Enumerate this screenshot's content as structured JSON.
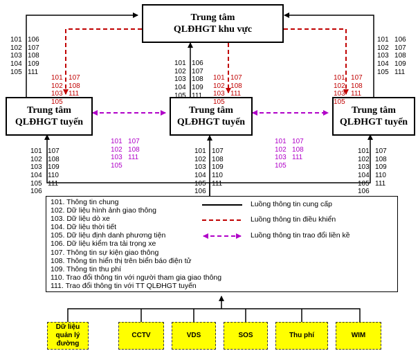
{
  "regional_center": {
    "line1": "Trung tâm",
    "line2": "QLĐHGT khu vực"
  },
  "route_center_left": {
    "line1": "Trung tâm",
    "line2": "QLĐHGT tuyến"
  },
  "route_center_middle": {
    "line1": "Trung tâm",
    "line2": "QLĐHGT tuyến"
  },
  "route_center_right": {
    "line1": "Trung tâm",
    "line2": "QLĐHGT tuyến"
  },
  "codes": {
    "top_left": [
      "101   106",
      "102   107",
      "103   108",
      "104   109",
      "105   111"
    ],
    "top_middle": [
      "101   106",
      "102   107",
      "103   108",
      "104   109",
      "105   111"
    ],
    "top_right": [
      "101   106",
      "102   107",
      "103   108",
      "104   109",
      "105   111"
    ],
    "red_left": [
      "101   107",
      "102   108",
      "103   111",
      "105"
    ],
    "red_middle": [
      "101   107",
      "102   108",
      "103   111",
      "105"
    ],
    "red_right": [
      "101   107",
      "102   108",
      "103   111",
      "105"
    ],
    "pink_left": [
      "101   107",
      "102   108",
      "103   111",
      "105"
    ],
    "pink_right": [
      "101   107",
      "102   108",
      "103   111",
      "105"
    ],
    "bottom_left": [
      "101   107",
      "102   108",
      "103   109",
      "104   110",
      "105   111",
      "106"
    ],
    "bottom_middle": [
      "101   107",
      "102   108",
      "103   109",
      "104   110",
      "105   111",
      "106"
    ],
    "bottom_right": [
      "101   107",
      "102   108",
      "103   109",
      "104   110",
      "105   111",
      "106"
    ]
  },
  "code_list": [
    "101. Thông tin chung",
    "102. Dữ liệu hình ảnh giao thông",
    "103. Dữ liệu dò xe",
    "104. Dữ liệu thời tiết",
    "105. Dữ liệu định danh phương tiện",
    "106. Dữ liệu kiểm tra tải trọng xe",
    "107. Thông tin sự kiện giao thông",
    "108. Thông tin hiển thị trên biển báo điện tử",
    "109. Thông tin thu phí",
    "110. Trao đổi thông tin với người tham gia giao thông",
    "111. Trao đổi thông tin với TT QLĐHGT tuyến"
  ],
  "legend": {
    "supply": "Luồng thông tin cung cấp",
    "control": "Luồng thông tin điều khiển",
    "exchange": "Luồng thông tin trao đổi liền kề"
  },
  "colors": {
    "control": "#c00000",
    "exchange": "#b000c8",
    "source_fill": "#ffff00"
  },
  "sources": {
    "road_data": "Dữ liệu quản lý đường",
    "cctv": "CCTV",
    "vds": "VDS",
    "sos": "SOS",
    "toll": "Thu phí",
    "wim": "WIM"
  }
}
